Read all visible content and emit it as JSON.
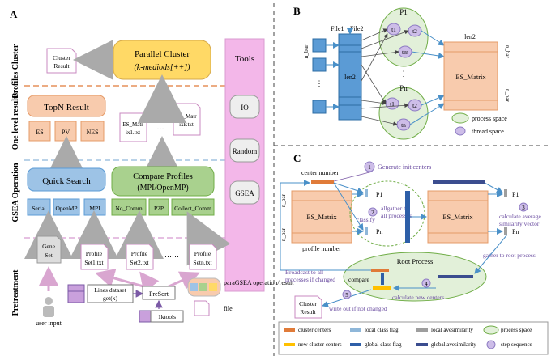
{
  "panelA": {
    "label": "A",
    "lanes": [
      "Profiles Cluster",
      "One level results",
      "GSEA Operation",
      "Pretreatment"
    ],
    "tools": {
      "title": "Tools",
      "items": [
        "IO",
        "Random",
        "GSEA"
      ]
    },
    "parallel_cluster": {
      "line1": "Parallel Cluster",
      "line2": "(k-mediods[++])"
    },
    "cluster_result": [
      "Cluster",
      "Result"
    ],
    "topn": {
      "title": "TopN Result",
      "items": [
        "ES",
        "PV",
        "NES"
      ]
    },
    "es_files": {
      "f1": [
        "ES_Matr",
        "ix1.txt"
      ],
      "dots": "…",
      "fP": [
        "ES_Matr",
        "ixP.txt"
      ]
    },
    "quick_search": {
      "title": "Quick Search",
      "items": [
        "Serial",
        "OpenMP",
        "MPI"
      ]
    },
    "compare": {
      "line1": "Compare Profiles",
      "line2": "(MPI/OpenMP)",
      "items": [
        "No_Comm",
        "P2P",
        "Collect_Comm"
      ]
    },
    "gene_set": [
      "Gene",
      "Set"
    ],
    "profiles": [
      [
        "Profile",
        "Set1.txt"
      ],
      [
        "Profile",
        "Set2.txt"
      ],
      [
        "Profile",
        "Setn.txt"
      ]
    ],
    "profiles_dots": "……",
    "lines_dataset": [
      "Lines dataset",
      "get(x)"
    ],
    "presort": "PreSort",
    "ktools": "1ktools",
    "user_input": "user input",
    "legend": {
      "op": "paraGSEA operation/result",
      "file": "file"
    }
  },
  "panelB": {
    "label": "B",
    "file1": "File1",
    "file2": "File2",
    "len2_top": "len2",
    "len2_side": "len2",
    "n_bar": "n_bar",
    "n_bar_r1": "n_bar",
    "n_bar_r2": "n_bar",
    "p1": "P1",
    "pn": "Pn",
    "t1": "t1",
    "t2": "t2",
    "tm": "tm",
    "tn": "tn",
    "es_matrix": "ES_Matrix",
    "legend": {
      "process": "process space",
      "thread": "thread space"
    }
  },
  "panelC": {
    "label": "C",
    "step1": "Generate init centers",
    "center_number": "center number",
    "n_bar": "n_bar",
    "es_matrix": "ES_Matrix",
    "profile_number": "profile number",
    "p1": "P1",
    "pn": "Pn",
    "classify": "classify",
    "allgather": [
      "allgather to",
      "all processes"
    ],
    "calc_avg": [
      "calculate average",
      "similarity vector"
    ],
    "gather_root": "gather to root process",
    "root_process": "Root Process",
    "broadcast": [
      "Broadcast to all",
      "processes if changed"
    ],
    "compare": "compare",
    "calc_new": "calculate new centers",
    "cluster_result": [
      "Cluster",
      "Result"
    ],
    "write_out": "write out if not changed",
    "steps": [
      "1",
      "2",
      "3",
      "4",
      "5"
    ],
    "legend": [
      "cluster centers",
      "local class flag",
      "local avesimilarity",
      "process space",
      "new cluster centers",
      "global class flag",
      "global avesimilarity",
      "step sequence"
    ]
  },
  "colors": {
    "blue_box": "#5b9bd5",
    "green_box": "#a9d18e",
    "orange_box": "#f4b183",
    "yellow_box": "#ffd966",
    "pink_tools": "#f3b7e9",
    "process_green": "#e2f0d9",
    "thread_purple": "#cdbde8"
  }
}
